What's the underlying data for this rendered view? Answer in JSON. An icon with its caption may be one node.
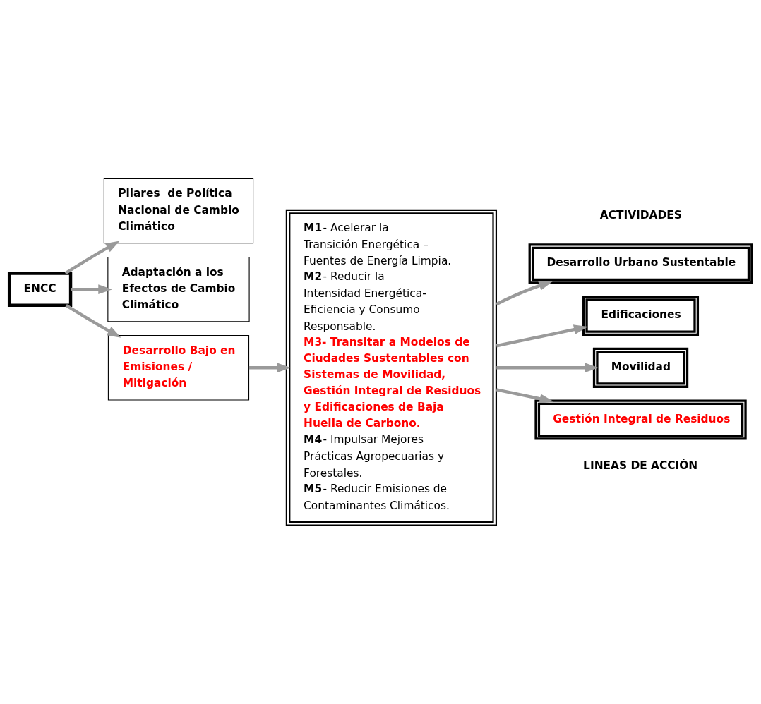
{
  "diagram": {
    "nodes": [
      {
        "text": [
          "ENCC"
        ]
      },
      {
        "text": [
          "Pilares  de Política Nacional de Cambio Climático"
        ]
      },
      {
        "text": [
          "Adaptación a los Efectos de Cambio Climático"
        ]
      },
      {
        "text": [
          "Desarrollo Bajo en Emisiones / Mitigación"
        ]
      },
      {
        "text": [
          "**M1**- Acelerar la Transición Energética – Fuentes de Energía Limpia.",
          "**M2**- Reducir la Intensidad Energética- Eficiencia y Consumo Responsable.",
          "M3- Transitar a Modelos de Ciudades Sustentables con Sistemas de Movilidad, Gestión Integral de Residuos y Edificaciones de Baja Huella de Carbono.",
          "**M4**- Impulsar Mejores Prácticas Agropecuarias y Forestales.",
          "**M5**- Reducir Emisiones de Contaminantes Climáticos."
        ]
      },
      {
        "text": [
          "Desarrollo Urbano Sustentable"
        ]
      },
      {
        "text": [
          "Edificaciones"
        ]
      },
      {
        "text": [
          "Movilidad"
        ]
      },
      {
        "text": [
          "Gestión Integral de Residuos"
        ]
      }
    ],
    "edges": [
      {
        "from": 0,
        "to": 1,
        "arrow": "to"
      },
      {
        "from": 0,
        "to": 2,
        "arrow": "to"
      },
      {
        "from": 0,
        "to": 3,
        "arrow": "to"
      },
      {
        "from": 3,
        "to": 4,
        "arrow": "to"
      },
      {
        "from": 4,
        "to": 5,
        "arrow": "to"
      },
      {
        "from": 4,
        "to": 6,
        "arrow": "to"
      },
      {
        "from": 4,
        "to": 7,
        "arrow": "to"
      },
      {
        "from": 4,
        "to": 8,
        "arrow": "to"
      }
    ],
    "labels": [
      "LINEAS DE ACCIÓN",
      "ACTIVIDADES"
    ]
  }
}
